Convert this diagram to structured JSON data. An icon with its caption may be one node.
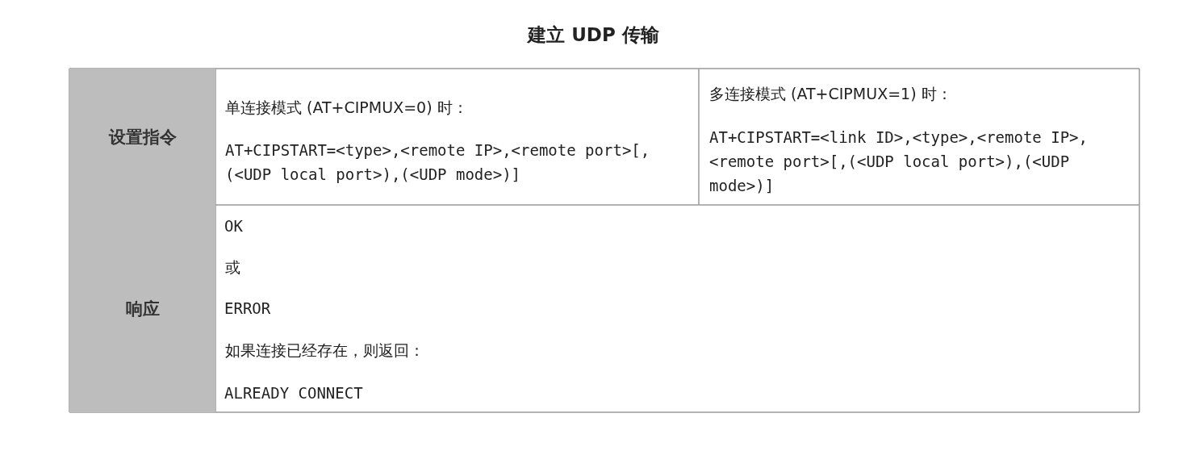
{
  "diagram": {
    "title": "建立 UDP 传输",
    "labels": [
      "设置指令",
      "单连接模式 (AT+CIPMUX=0) 时：",
      "AT+CIPSTART=<type>,<remote IP>,<remote port>[,(<UDP local port>),(<UDP mode>)]",
      "多连接模式 (AT+CIPMUX=1) 时：",
      "AT+CIPSTART=<link ID>,<type>,<remote IP>,<remote port>[,(<UDP local port>),(<UDP mode>)]",
      "响应",
      "OK",
      "或",
      "ERROR",
      "如果连接已经存在，则返回：",
      "ALREADY CONNECT"
    ]
  }
}
